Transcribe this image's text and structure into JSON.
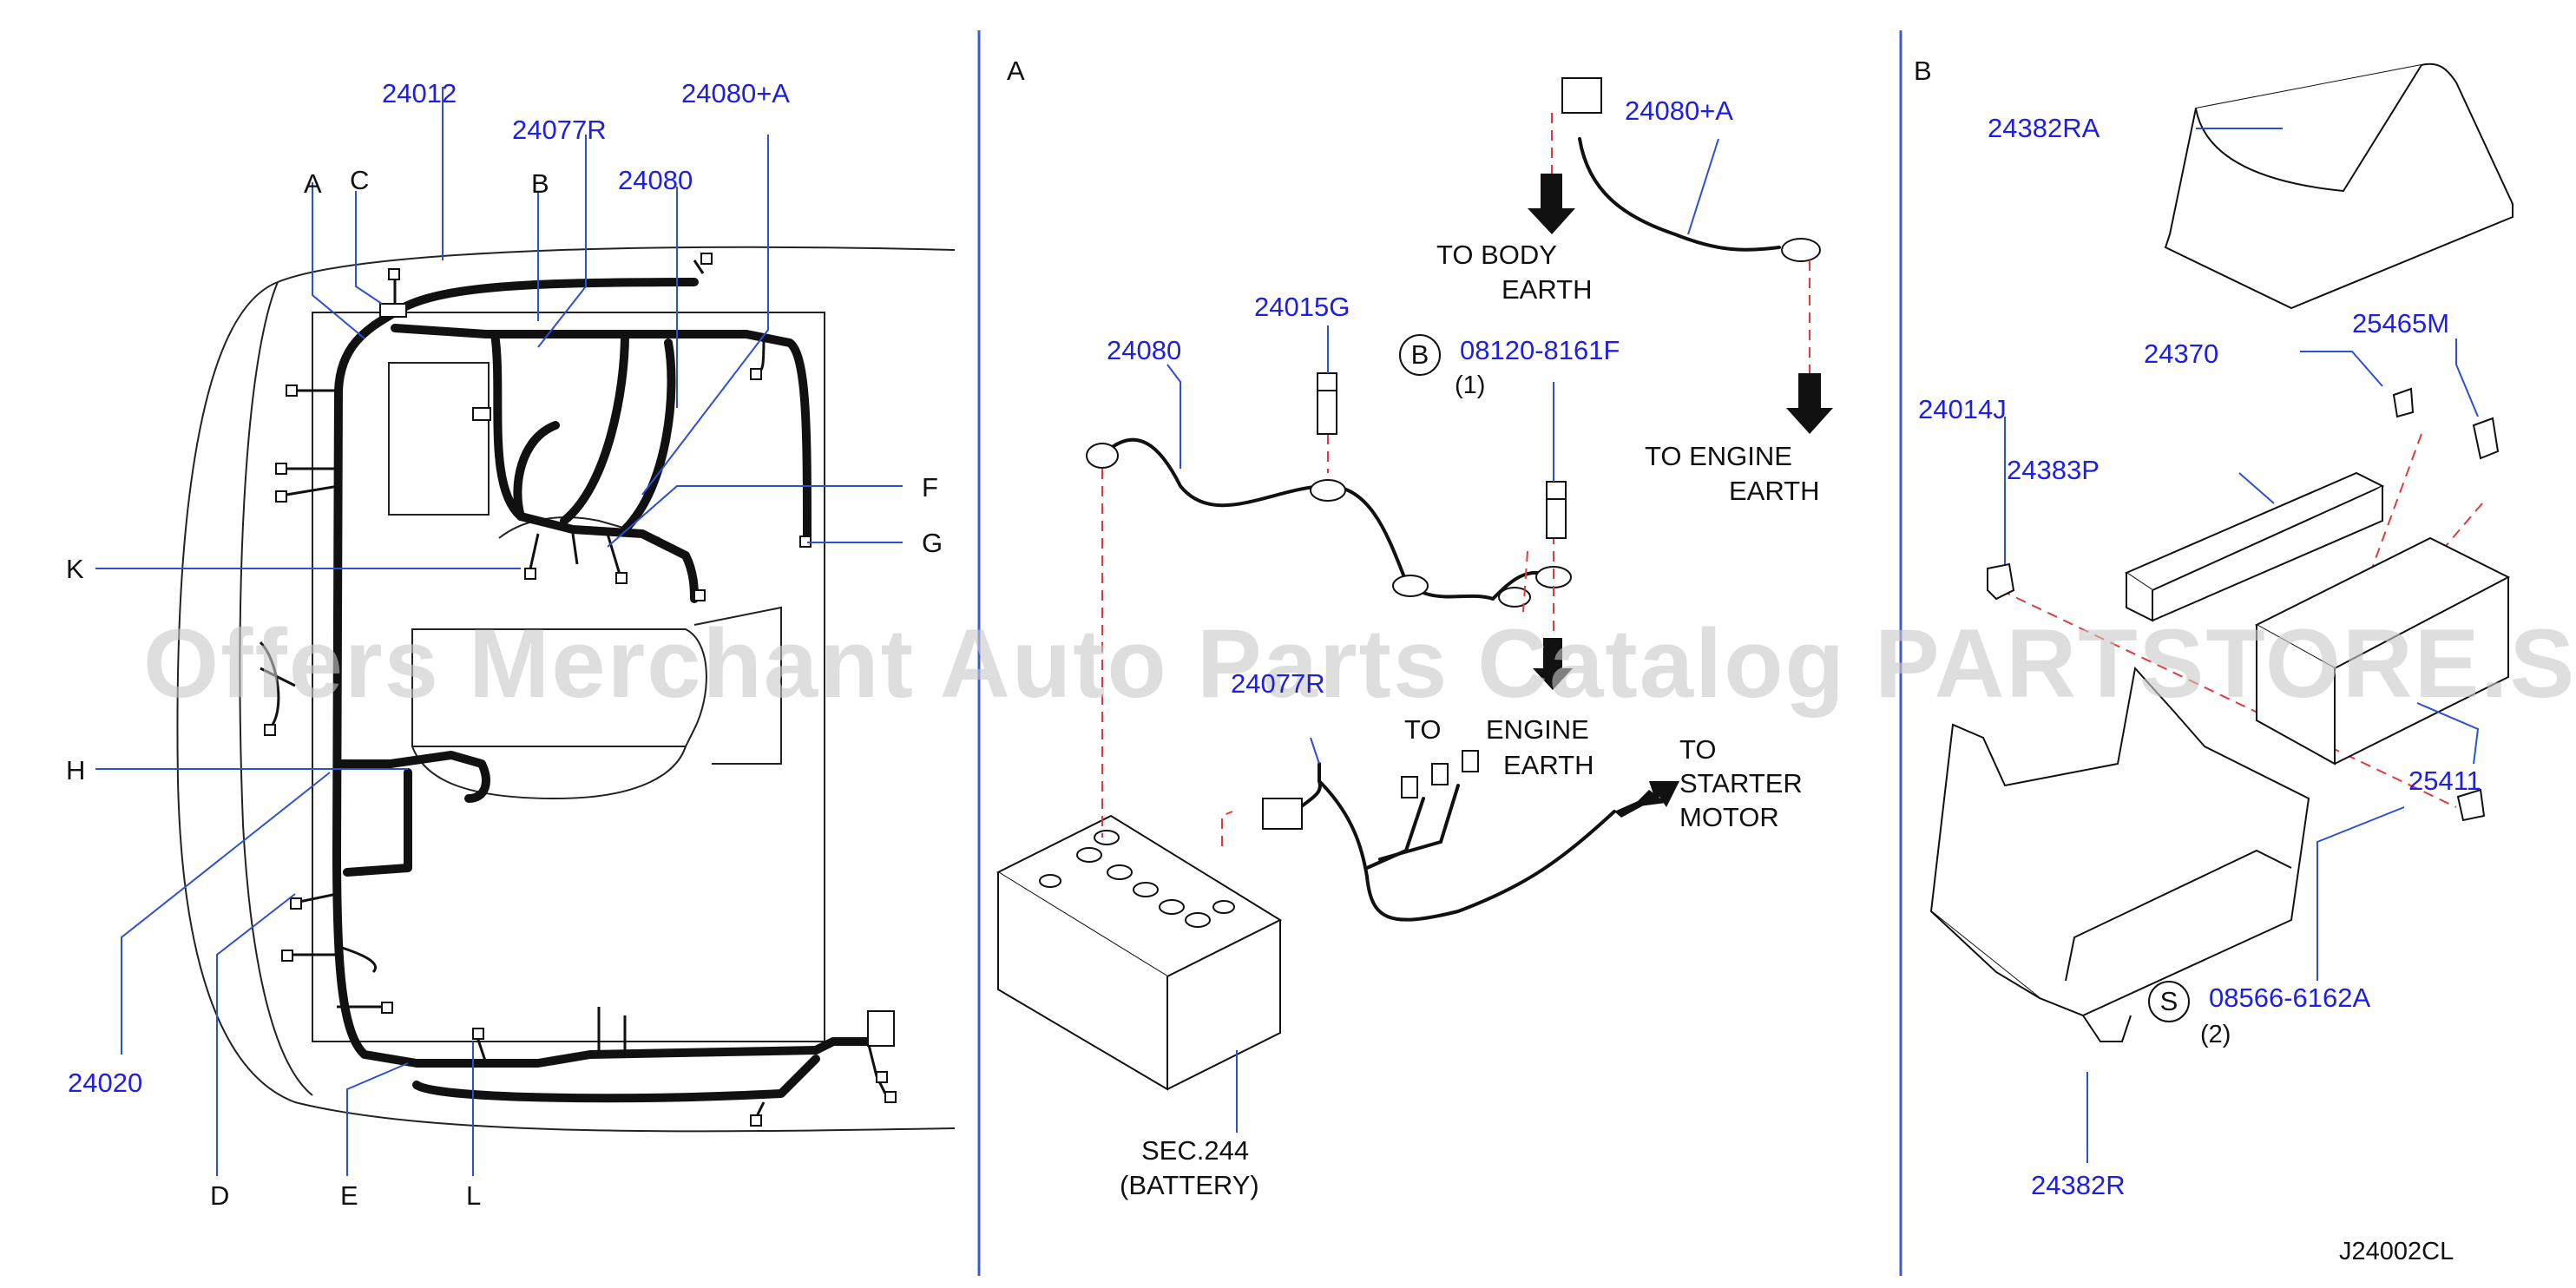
{
  "watermark": "Offers Merchant Auto Parts Catalog PARTSTORE.SA",
  "diagram_id": "J24002CL",
  "left_panel": {
    "part_labels": {
      "p24012": "24012",
      "p24077R": "24077R",
      "p24080A": "24080+A",
      "p24080": "24080",
      "p24020": "24020"
    },
    "callouts": {
      "A": "A",
      "B": "B",
      "C": "C",
      "D": "D",
      "E": "E",
      "F": "F",
      "G": "G",
      "H": "H",
      "K": "K",
      "L": "L"
    }
  },
  "panel_a": {
    "title": "A",
    "parts": {
      "p24080A": "24080+A",
      "p24080": "24080",
      "p24015G": "24015G",
      "p24077R": "24077R",
      "p08120": "08120-8161F",
      "p08120_qty": "(1)",
      "p08120_circle": "B"
    },
    "notes": {
      "body_earth_1": "TO   BODY",
      "body_earth_2": "EARTH",
      "engine_earth_top_1": "TO   ENGINE",
      "engine_earth_top_2": "EARTH",
      "engine_earth_mid_1": "TO",
      "engine_earth_mid_2": "ENGINE",
      "engine_earth_mid_3": "EARTH",
      "starter_1": "TO",
      "starter_2": "STARTER",
      "starter_3": "MOTOR",
      "battery_1": "SEC.244",
      "battery_2": "(BATTERY)"
    }
  },
  "panel_b": {
    "title": "B",
    "parts": {
      "p24382RA": "24382RA",
      "p24370": "24370",
      "p25465M": "25465M",
      "p24014J": "24014J",
      "p24383P": "24383P",
      "p25411": "25411",
      "p08566": "08566-6162A",
      "p08566_qty": "(2)",
      "p08566_circle": "S",
      "p24382R": "24382R"
    }
  },
  "colors": {
    "part_number": "#1d1ee6",
    "leader": "#2b4fd6",
    "dashed": "#e23a3a",
    "line": "#111111",
    "divider": "#3b5bd8",
    "watermark": "#c9c9c9"
  }
}
